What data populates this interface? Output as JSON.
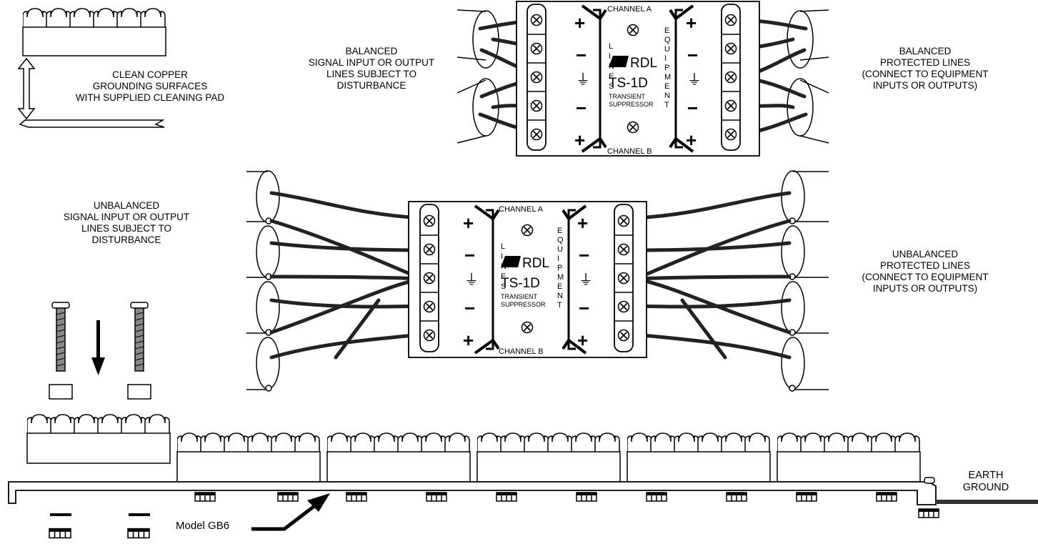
{
  "captions": {
    "cleaning": "CLEAN COPPER\nGROUNDING SURFACES\nWITH SUPPLIED CLEANING PAD",
    "balanced_input": "BALANCED\nSIGNAL INPUT OR OUTPUT\nLINES SUBJECT TO\nDISTURBANCE",
    "balanced_protected": "BALANCED\nPROTECTED LINES\n(CONNECT TO EQUIPMENT\nINPUTS OR OUTPUTS)",
    "unbalanced_input": "UNBALANCED\nSIGNAL INPUT OR OUTPUT\nLINES SUBJECT TO\nDISTURBANCE",
    "unbalanced_protected": "UNBALANCED\nPROTECTED LINES\n(CONNECT TO EQUIPMENT\nINPUTS OR OUTPUTS)",
    "earth_ground": "EARTH\nGROUND",
    "model": "Model GB6"
  },
  "module": {
    "brand": "RDL",
    "model": "TS-1D",
    "desc_line1": "TRANSIENT",
    "desc_line2": "SUPPRESSOR",
    "channel_a": "CHANNEL A",
    "channel_b": "CHANNEL B",
    "side_left": "LINES",
    "side_right": "EQUIPMENT",
    "plus": "+",
    "minus": "−",
    "ground_symbol": "⏚"
  }
}
